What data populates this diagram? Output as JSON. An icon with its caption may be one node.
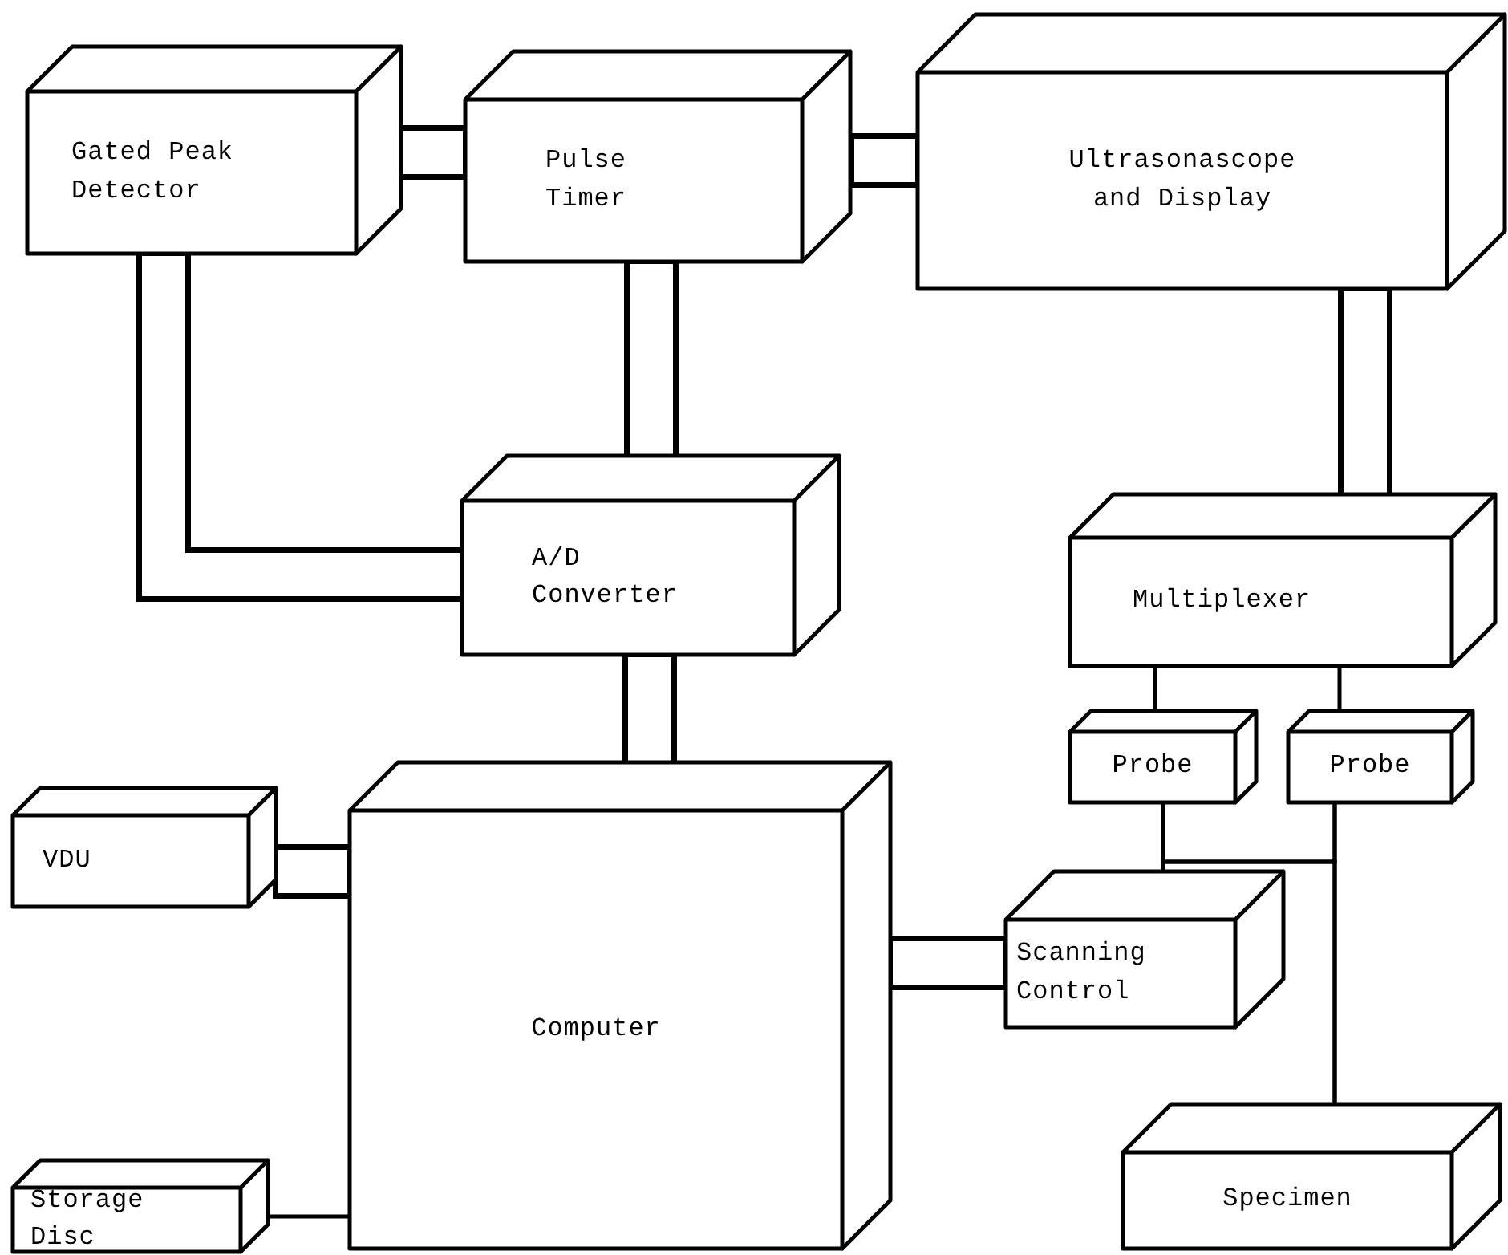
{
  "diagram": {
    "nodes": [
      {
        "text": [
          "Gated Peak Detector"
        ]
      },
      {
        "text": [
          "Pulse Timer"
        ]
      },
      {
        "text": [
          "Ultrasonascope and Display"
        ]
      },
      {
        "text": [
          "A/D Converter"
        ]
      },
      {
        "text": [
          "Multiplexer"
        ]
      },
      {
        "text": [
          "Probe"
        ]
      },
      {
        "text": [
          "Probe"
        ]
      },
      {
        "text": [
          "VDU"
        ]
      },
      {
        "text": [
          "Computer"
        ]
      },
      {
        "text": [
          "Scanning Control"
        ]
      },
      {
        "text": [
          "Storage Disc"
        ]
      },
      {
        "text": [
          "Specimen"
        ]
      }
    ],
    "edges": [
      {
        "from": 0,
        "to": 1,
        "arrow": "none"
      },
      {
        "from": 1,
        "to": 2,
        "arrow": "none"
      },
      {
        "from": 0,
        "to": 3,
        "arrow": "none"
      },
      {
        "from": 1,
        "to": 3,
        "arrow": "none"
      },
      {
        "from": 2,
        "to": 4,
        "arrow": "none"
      },
      {
        "from": 3,
        "to": 8,
        "arrow": "none"
      },
      {
        "from": 4,
        "to": 5,
        "arrow": "none"
      },
      {
        "from": 4,
        "to": 6,
        "arrow": "none"
      },
      {
        "from": 7,
        "to": 8,
        "arrow": "none"
      },
      {
        "from": 10,
        "to": 8,
        "arrow": "none"
      },
      {
        "from": 8,
        "to": 9,
        "arrow": "none"
      },
      {
        "from": 5,
        "to": 9,
        "arrow": "none"
      },
      {
        "from": 6,
        "to": 11,
        "arrow": "none"
      },
      {
        "from": 5,
        "to": 11,
        "arrow": "none"
      },
      {
        "from": 6,
        "to": 9,
        "arrow": "none"
      }
    ]
  }
}
